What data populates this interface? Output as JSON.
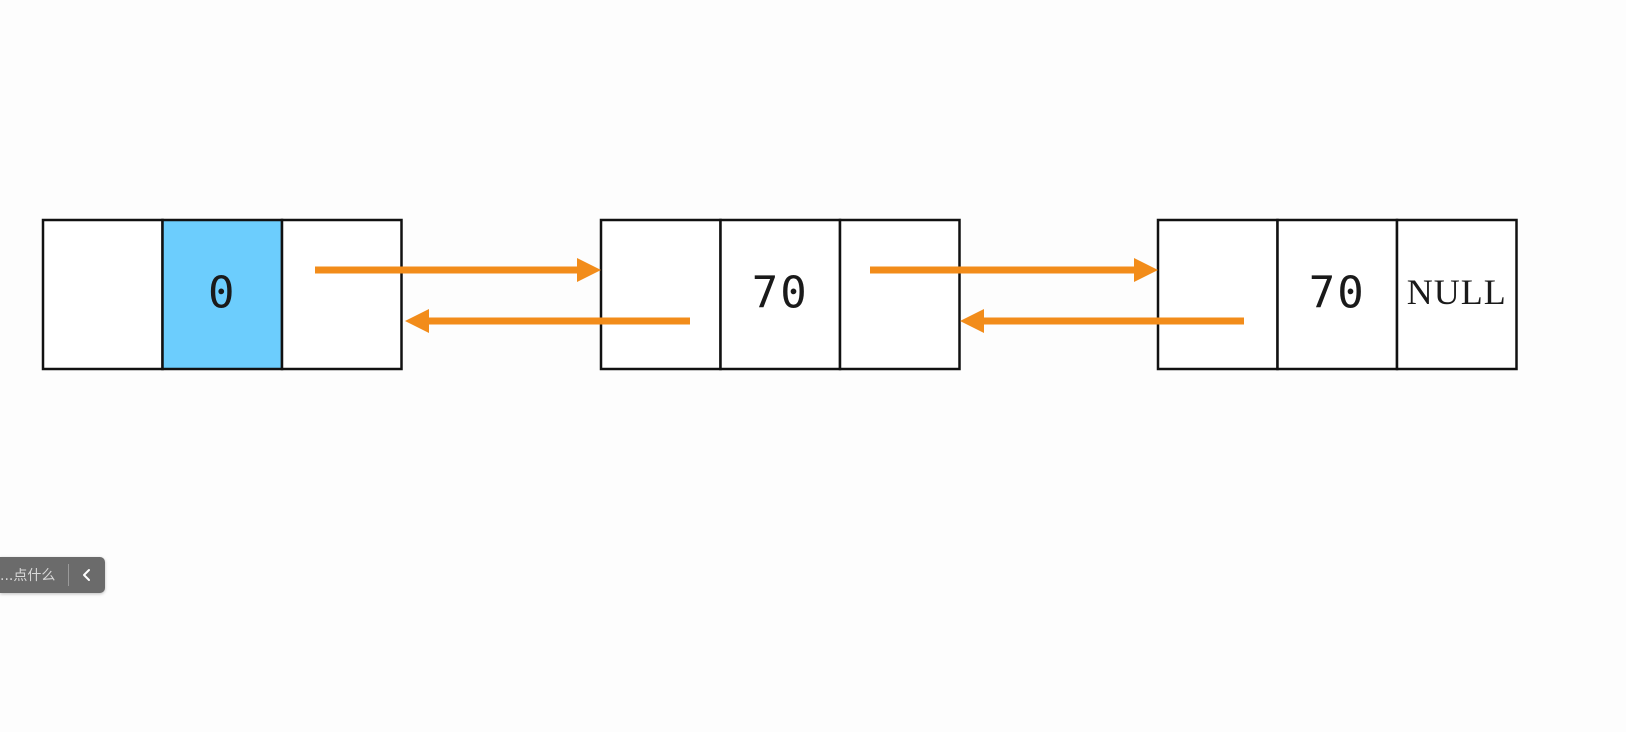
{
  "nodes": [
    {
      "prev": "",
      "value": "0",
      "next": "",
      "highlight": true
    },
    {
      "prev": "",
      "value": "70",
      "next": "",
      "highlight": false
    },
    {
      "prev": "",
      "value": "70",
      "next": "NULL",
      "highlight": false
    }
  ],
  "colors": {
    "arrow": "#f28c1a",
    "highlight": "#6ccdfd",
    "border": "#111111"
  },
  "input_bar": {
    "placeholder": "点什么...",
    "collapse_icon": "chevron-left-icon"
  }
}
